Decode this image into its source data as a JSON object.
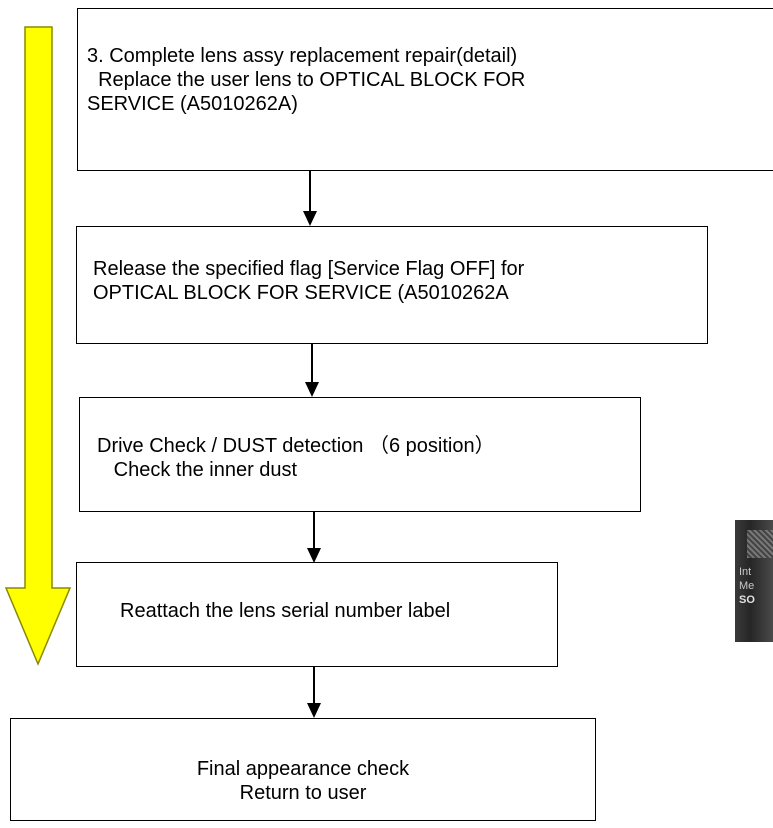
{
  "colors": {
    "big_arrow_fill": "#ffff00",
    "big_arrow_stroke": "#8a8a00",
    "box_border": "#000000"
  },
  "steps": [
    {
      "lines": [
        "3. Complete lens assy replacement repair(detail)",
        "  Replace the user lens to OPTICAL BLOCK FOR",
        "SERVICE (A5010262A)"
      ]
    },
    {
      "lines": [
        "Release the specified flag [Service Flag OFF] for",
        "OPTICAL BLOCK FOR SERVICE (A5010262A"
      ]
    },
    {
      "lines": [
        "Drive Check / DUST detection （6 position）",
        "   Check the inner dust"
      ]
    },
    {
      "lines": [
        "Reattach the lens serial number label"
      ]
    },
    {
      "lines": [
        "Final appearance check",
        "Return to user"
      ]
    }
  ],
  "photo_label": {
    "lines": [
      "Int",
      "Me",
      "SO"
    ]
  }
}
